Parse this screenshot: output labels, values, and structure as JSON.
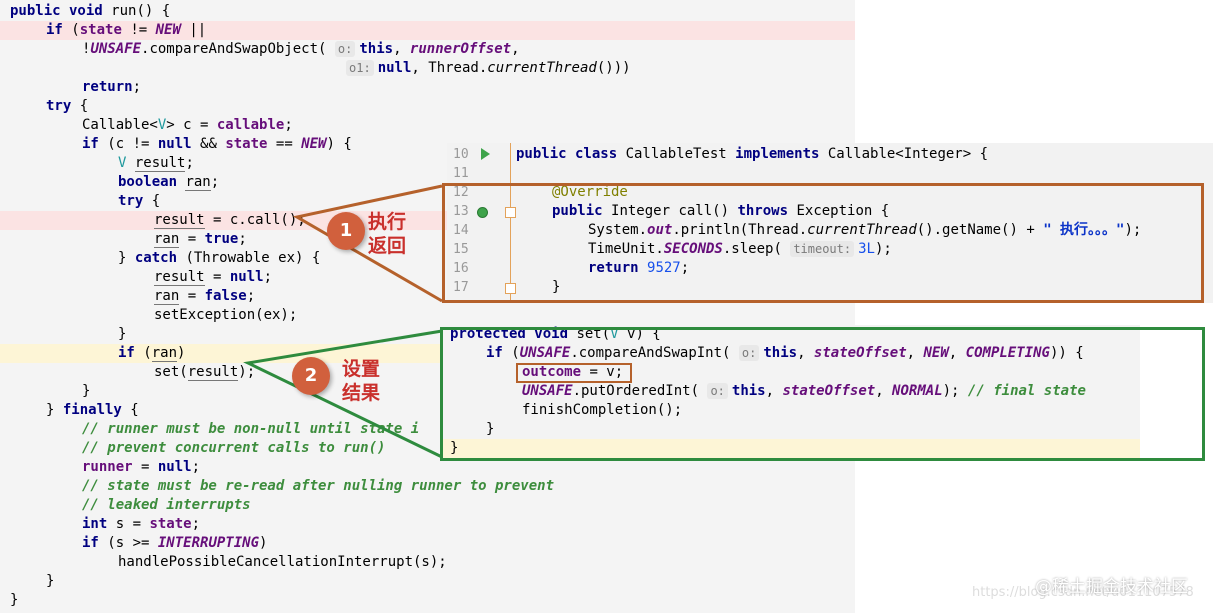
{
  "main_code": [
    {
      "segments": [
        [
          "kw",
          "public void "
        ],
        [
          "",
          "run() {"
        ]
      ]
    },
    {
      "segments": [
        [
          "kw",
          "if "
        ],
        [
          "",
          "("
        ],
        [
          "field",
          "state"
        ],
        [
          "",
          " != "
        ],
        [
          "const",
          "NEW"
        ],
        [
          "",
          " ||"
        ]
      ]
    },
    {
      "segments": [
        [
          "",
          "!"
        ],
        [
          "const",
          "UNSAFE"
        ],
        [
          "",
          ".compareAndSwapObject( "
        ],
        [
          "hint",
          "o:"
        ],
        [
          "kw",
          "this"
        ],
        [
          "",
          ", "
        ],
        [
          "const",
          "runnerOffset"
        ],
        [
          "",
          ","
        ]
      ]
    },
    {
      "segments": [
        [
          "hint",
          "o1:"
        ],
        [
          "kw",
          "null"
        ],
        [
          "",
          ", Thread."
        ],
        [
          "italic",
          "currentThread"
        ],
        [
          "",
          "()))"
        ]
      ]
    },
    {
      "segments": [
        [
          "kw",
          "return"
        ],
        [
          "",
          ";"
        ]
      ]
    },
    {
      "segments": [
        [
          "kw",
          "try "
        ],
        [
          "",
          "{"
        ]
      ]
    },
    {
      "segments": [
        [
          "",
          "Callable<"
        ],
        [
          "tp",
          "V"
        ],
        [
          "",
          "> c = "
        ],
        [
          "field",
          "callable"
        ],
        [
          "",
          ";"
        ]
      ]
    },
    {
      "segments": [
        [
          "kw",
          "if "
        ],
        [
          "",
          "(c != "
        ],
        [
          "kw",
          "null"
        ],
        [
          "",
          " && "
        ],
        [
          "field",
          "state"
        ],
        [
          "",
          " == "
        ],
        [
          "const",
          "NEW"
        ],
        [
          "",
          ") {"
        ]
      ]
    },
    {
      "segments": [
        [
          "tp",
          "V "
        ],
        [
          "u",
          "result"
        ],
        [
          "",
          ";"
        ]
      ]
    },
    {
      "segments": [
        [
          "kw",
          "boolean "
        ],
        [
          "u",
          "ran"
        ],
        [
          "",
          ";"
        ]
      ]
    },
    {
      "segments": [
        [
          "kw",
          "try "
        ],
        [
          "",
          "{"
        ]
      ]
    },
    {
      "segments": [
        [
          "u",
          "result"
        ],
        [
          "",
          " = c.call();"
        ]
      ]
    },
    {
      "segments": [
        [
          "u",
          "ran"
        ],
        [
          "",
          " = "
        ],
        [
          "kw",
          "true"
        ],
        [
          "",
          ";"
        ]
      ]
    },
    {
      "segments": [
        [
          "",
          "} "
        ],
        [
          "kw",
          "catch "
        ],
        [
          "",
          "(Throwable ex) {"
        ]
      ]
    },
    {
      "segments": [
        [
          "u",
          "result"
        ],
        [
          "",
          " = "
        ],
        [
          "kw",
          "null"
        ],
        [
          "",
          ";"
        ]
      ]
    },
    {
      "segments": [
        [
          "u",
          "ran"
        ],
        [
          "",
          " = "
        ],
        [
          "kw",
          "false"
        ],
        [
          "",
          ";"
        ]
      ]
    },
    {
      "segments": [
        [
          "",
          "setException(ex);"
        ]
      ]
    },
    {
      "segments": [
        [
          "",
          "}"
        ]
      ]
    },
    {
      "segments": [
        [
          "kw",
          "if "
        ],
        [
          "",
          "("
        ],
        [
          "u",
          "ran"
        ],
        [
          "",
          ")"
        ]
      ]
    },
    {
      "segments": [
        [
          "",
          "set("
        ],
        [
          "u",
          "result"
        ],
        [
          "",
          ");"
        ]
      ]
    },
    {
      "segments": [
        [
          "",
          "}"
        ]
      ]
    },
    {
      "segments": [
        [
          "",
          "} "
        ],
        [
          "kw",
          "finally "
        ],
        [
          "",
          "{"
        ]
      ]
    },
    {
      "segments": [
        [
          "cmt",
          "// runner must be non-null until state i"
        ]
      ]
    },
    {
      "segments": [
        [
          "cmt",
          "// prevent concurrent calls to run()"
        ]
      ]
    },
    {
      "segments": [
        [
          "field",
          "runner"
        ],
        [
          "",
          " = "
        ],
        [
          "kw",
          "null"
        ],
        [
          "",
          ";"
        ]
      ]
    },
    {
      "segments": [
        [
          "cmt",
          "// state must be re-read after nulling runner to prevent"
        ]
      ]
    },
    {
      "segments": [
        [
          "cmt",
          "// leaked interrupts"
        ]
      ]
    },
    {
      "segments": [
        [
          "kw",
          "int "
        ],
        [
          "",
          "s = "
        ],
        [
          "field",
          "state"
        ],
        [
          "",
          ";"
        ]
      ]
    },
    {
      "segments": [
        [
          "kw",
          "if "
        ],
        [
          "",
          "(s >= "
        ],
        [
          "const",
          "INTERRUPTING"
        ],
        [
          "",
          ")"
        ]
      ]
    },
    {
      "segments": [
        [
          "",
          "handlePossibleCancellationInterrupt(s);"
        ]
      ]
    },
    {
      "segments": [
        [
          "",
          "}"
        ]
      ]
    },
    {
      "segments": [
        [
          "",
          "}"
        ]
      ]
    }
  ],
  "popup1": {
    "line_numbers": [
      "10",
      "11",
      "12",
      "13",
      "14",
      "15",
      "16",
      "17"
    ],
    "lines": [
      {
        "segments": [
          [
            "kw",
            "public class "
          ],
          [
            "",
            "CallableTest "
          ],
          [
            "kw",
            "implements "
          ],
          [
            "",
            "Callable<Integer> {"
          ]
        ]
      },
      {
        "segments": []
      },
      {
        "segments": [
          [
            "ann",
            "@Override"
          ]
        ]
      },
      {
        "segments": [
          [
            "kw",
            "public "
          ],
          [
            "",
            "Integer call() "
          ],
          [
            "kw",
            "throws "
          ],
          [
            "",
            "Exception {"
          ]
        ]
      },
      {
        "segments": [
          [
            "",
            "System."
          ],
          [
            "const",
            "out"
          ],
          [
            "",
            ".println(Thread."
          ],
          [
            "italic",
            "currentThread"
          ],
          [
            "",
            "().getName() + "
          ],
          [
            "str",
            "\" 执行。。。\""
          ],
          [
            "",
            ");"
          ]
        ]
      },
      {
        "segments": [
          [
            "",
            "TimeUnit."
          ],
          [
            "const",
            "SECONDS"
          ],
          [
            "",
            ".sleep( "
          ],
          [
            "hint",
            "timeout:"
          ],
          [
            "num",
            "3L"
          ],
          [
            "",
            ");"
          ]
        ]
      },
      {
        "segments": [
          [
            "kw",
            "return "
          ],
          [
            "num",
            "9527"
          ],
          [
            "",
            ";"
          ]
        ]
      },
      {
        "segments": [
          [
            "",
            "}"
          ]
        ]
      }
    ]
  },
  "popup2": {
    "lines": [
      {
        "segments": [
          [
            "kw",
            "protected void "
          ],
          [
            "",
            "set("
          ],
          [
            "tp",
            "V"
          ],
          [
            "",
            " v) {"
          ]
        ]
      },
      {
        "segments": [
          [
            "kw",
            "if "
          ],
          [
            "",
            "("
          ],
          [
            "const",
            "UNSAFE"
          ],
          [
            "",
            ".compareAndSwapInt( "
          ],
          [
            "hint",
            "o:"
          ],
          [
            "kw",
            "this"
          ],
          [
            "",
            ", "
          ],
          [
            "const",
            "stateOffset"
          ],
          [
            "",
            ", "
          ],
          [
            "const",
            "NEW"
          ],
          [
            "",
            ", "
          ],
          [
            "const",
            "COMPLETING"
          ],
          [
            "",
            ")) {"
          ]
        ]
      },
      {
        "segments": [
          [
            "field",
            "outcome"
          ],
          [
            "",
            " = v;"
          ]
        ]
      },
      {
        "segments": [
          [
            "const",
            "UNSAFE"
          ],
          [
            "",
            ".putOrderedInt( "
          ],
          [
            "hint",
            "o:"
          ],
          [
            "kw",
            "this"
          ],
          [
            "",
            ", "
          ],
          [
            "const",
            "stateOffset"
          ],
          [
            "",
            ", "
          ],
          [
            "const",
            "NORMAL"
          ],
          [
            "",
            "); "
          ],
          [
            "cmt",
            "// final state"
          ]
        ]
      },
      {
        "segments": [
          [
            "",
            "finishCompletion();"
          ]
        ]
      },
      {
        "segments": [
          [
            "",
            "}"
          ]
        ]
      },
      {
        "segments": [
          [
            "",
            "}"
          ]
        ]
      }
    ]
  },
  "annotations": {
    "badge1": "1",
    "label1_line1": "执行",
    "label1_line2": "返回",
    "badge2": "2",
    "label2_line1": "设置",
    "label2_line2": "结果"
  },
  "watermark": {
    "url": "https://blog.csdn.net/u011107578",
    "brand": "@稀土掘金技术社区"
  },
  "colors": {
    "box1_border": "#b5612b",
    "box2_border": "#2e8b3e",
    "badge_fill": "#d1603d",
    "label_red": "#c9302c",
    "caret_highlight": "#fdf5d6",
    "error_line": "#fbe3e3"
  }
}
